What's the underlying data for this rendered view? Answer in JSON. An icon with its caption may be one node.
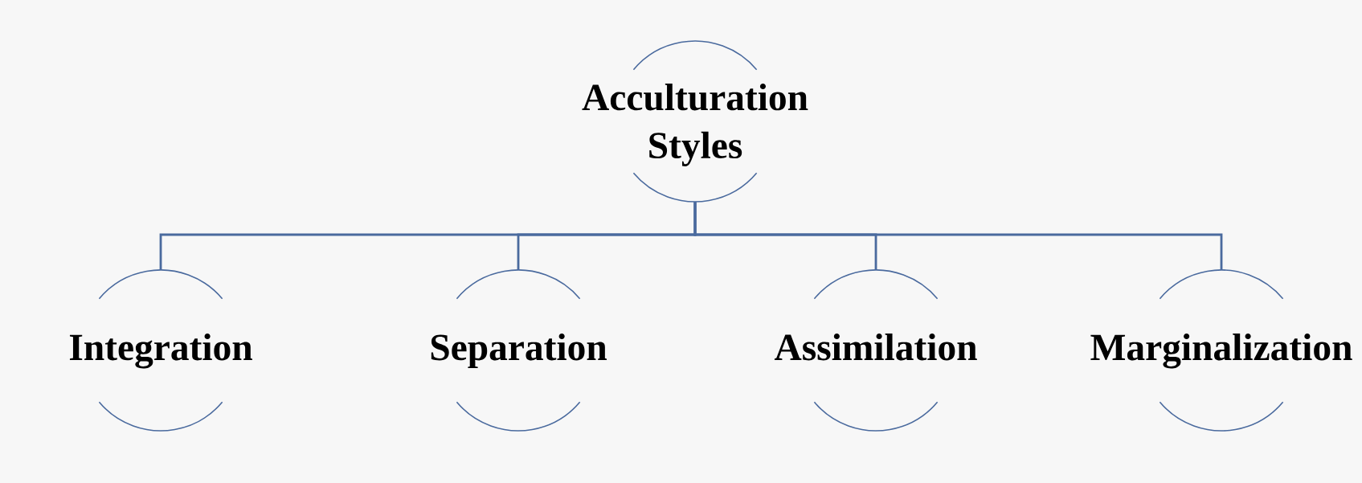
{
  "diagram": {
    "nodes": [
      {
        "text": [
          "Acculturation Styles"
        ]
      },
      {
        "text": [
          "Integration"
        ]
      },
      {
        "text": [
          "Separation"
        ]
      },
      {
        "text": [
          "Assimilation"
        ]
      },
      {
        "text": [
          "Marginalization"
        ]
      }
    ],
    "edges": [
      {
        "from": 0,
        "to": 1,
        "arrow": "none"
      },
      {
        "from": 0,
        "to": 2,
        "arrow": "none"
      },
      {
        "from": 0,
        "to": 3,
        "arrow": "none"
      },
      {
        "from": 0,
        "to": 4,
        "arrow": "none"
      }
    ]
  }
}
